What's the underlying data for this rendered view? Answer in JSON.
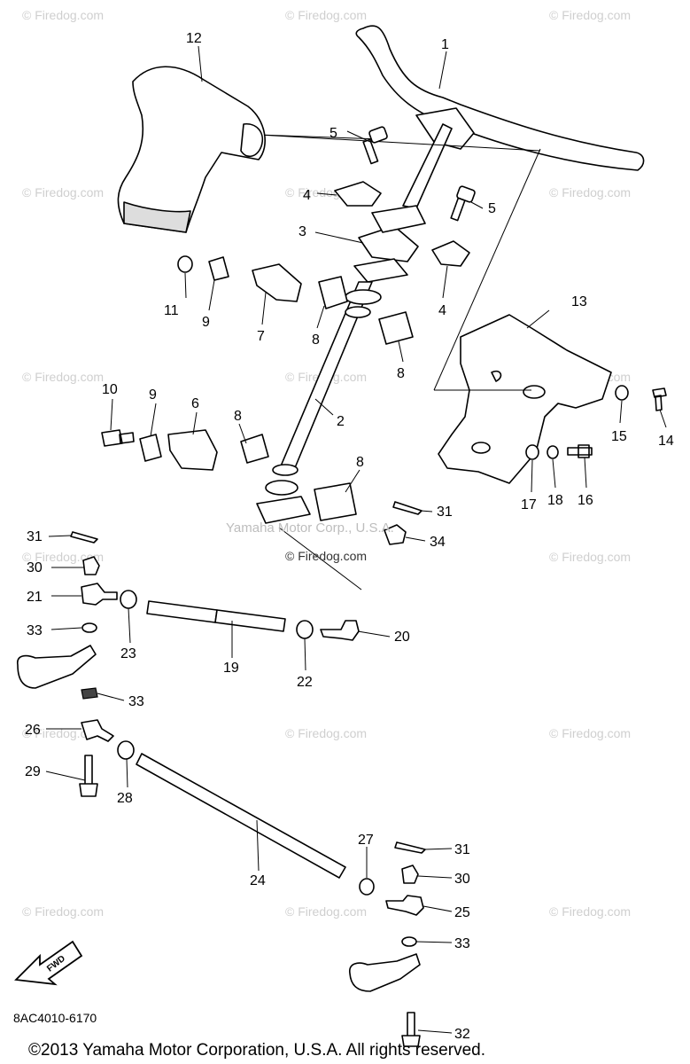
{
  "diagram": {
    "catalog_code": "8AC4010-6170",
    "copyright": "©2013 Yamaha Motor Corporation, U.S.A. All rights reserved.",
    "watermark_center": "Yamaha Motor Corp., U.S.A.",
    "watermark_firedog": "© Firedog.com",
    "watermark_corner": "© Firedog.com",
    "fwd_label": "FWD",
    "callouts": {
      "c1": "1",
      "c2": "2",
      "c3": "3",
      "c4a": "4",
      "c4b": "4",
      "c5a": "5",
      "c5b": "5",
      "c6": "6",
      "c7": "7",
      "c8a": "8",
      "c8b": "8",
      "c8c": "8",
      "c8d": "8",
      "c9a": "9",
      "c9b": "9",
      "c10": "10",
      "c11": "11",
      "c12": "12",
      "c13": "13",
      "c14": "14",
      "c15": "15",
      "c16": "16",
      "c17": "17",
      "c18": "18",
      "c19": "19",
      "c20": "20",
      "c21": "21",
      "c22": "22",
      "c23": "23",
      "c24": "24",
      "c25": "25",
      "c26": "26",
      "c27": "27",
      "c28": "28",
      "c29": "29",
      "c30a": "30",
      "c30b": "30",
      "c31a": "31",
      "c31b": "31",
      "c31c": "31",
      "c32": "32",
      "c33a": "33",
      "c33b": "33",
      "c33c": "33",
      "c34": "34"
    }
  }
}
